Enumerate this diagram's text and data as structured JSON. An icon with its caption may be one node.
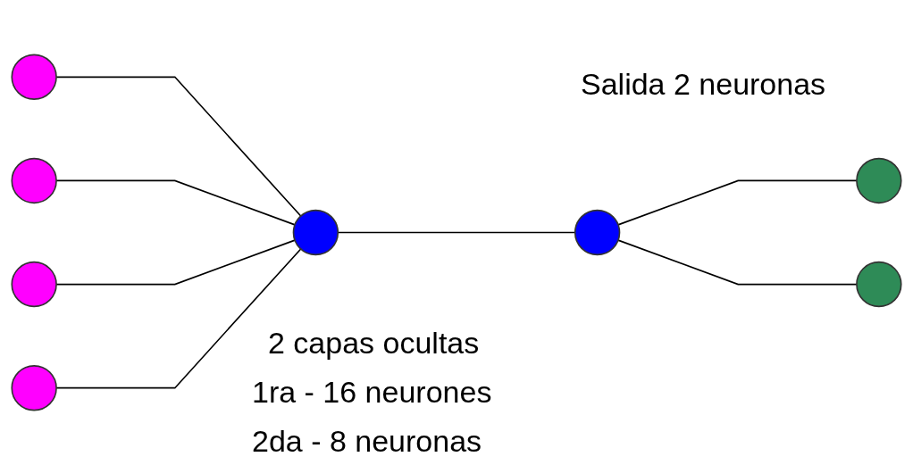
{
  "diagram": {
    "nodes": [
      {
        "text": [],
        "shape": "circle"
      },
      {
        "text": [],
        "shape": "circle"
      },
      {
        "text": [],
        "shape": "circle"
      },
      {
        "text": [],
        "shape": "circle"
      },
      {
        "text": [],
        "shape": "circle"
      },
      {
        "text": [],
        "shape": "circle"
      },
      {
        "text": [],
        "shape": "circle"
      },
      {
        "text": [],
        "shape": "circle"
      }
    ],
    "edges": [
      {
        "from": 0,
        "to": 4,
        "arrow": "none"
      },
      {
        "from": 1,
        "to": 4,
        "arrow": "none"
      },
      {
        "from": 2,
        "to": 4,
        "arrow": "none"
      },
      {
        "from": 3,
        "to": 4,
        "arrow": "none"
      },
      {
        "from": 4,
        "to": 5,
        "arrow": "none"
      },
      {
        "from": 5,
        "to": 6,
        "arrow": "none"
      },
      {
        "from": 5,
        "to": 7,
        "arrow": "none"
      }
    ],
    "labels": [
      "Salida 2 neuronas",
      "2 capas ocultas",
      "1ra - 16 neurones",
      "2da - 8 neuronas"
    ]
  }
}
